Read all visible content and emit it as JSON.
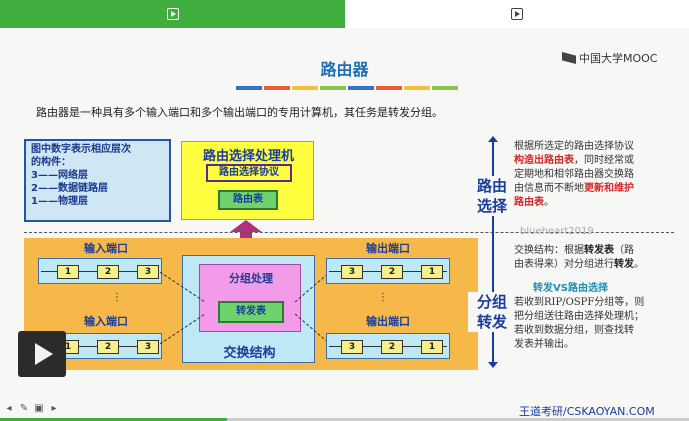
{
  "tabs": [
    {
      "icon": "play-icon",
      "active": true
    },
    {
      "icon": "play-icon",
      "active": false
    }
  ],
  "slide": {
    "title": "路由器",
    "intro": "路由器是一种具有多个输入端口和多个输出端口的专用计算机，其任务是转发分组。",
    "logo": "中国大学MOOC",
    "color_bar": [
      "#2f73c5",
      "#e85a3b",
      "#f2c13b",
      "#8bc34a",
      "#2f73c5",
      "#e85a3b",
      "#f2c13b",
      "#8bc34a"
    ],
    "legend": {
      "line1": "图中数字表示相应层次",
      "line2": "的构件：",
      "line3": "3——网络层",
      "line4": "2——数据链路层",
      "line5": "1——物理层"
    },
    "routing_processor": {
      "title": "路由选择处理机",
      "protocol": "路由选择协议",
      "table": "路由表"
    },
    "watermark": "blueheart2019",
    "input_port_label_top": "输入端口",
    "input_port_label_bottom": "输入端口",
    "output_port_label_top": "输出端口",
    "output_port_label_bottom": "输出端口",
    "input_cells": [
      "1",
      "2",
      "3"
    ],
    "output_cells": [
      "3",
      "2",
      "1"
    ],
    "ellipsis": "⋮",
    "switch": {
      "pink_title": "分组处理",
      "forward_table": "转发表",
      "label": "交换结构"
    },
    "side_routing": "路由\n选择",
    "side_forwarding": "分组\n转发",
    "right_text_top": {
      "p1": "根据所选定的路由选择协议",
      "p2_red": "构造出路由表",
      "p2_rest": "，同时经常或",
      "p3": "定期地和相邻路由器交换路",
      "p4_a": "由信息而不断地",
      "p4_red": "更新和维护",
      "p5_red": "路由表",
      "p5_rest": "。"
    },
    "right_text_bottom": {
      "l1_a": "交换结构：根据",
      "l1_b": "转发表",
      "l1_c": "（路",
      "l2_a": "由表得来）对分组进行",
      "l2_b": "转发",
      "l2_c": "。",
      "vs": "转发VS路由选择",
      "l3": "若收到RIP/OSPF分组等，则",
      "l4": "把分组送往路由选择处理机；",
      "l5": "若收到数据分组，则查找转",
      "l6": "发表并输出。"
    },
    "footer": "王道考研/CSKAOYAN.COM"
  },
  "player": {
    "progress": 0.33,
    "controls": [
      "arrow-left-icon",
      "pencil-icon",
      "screen-icon",
      "arrow-right-icon"
    ]
  }
}
